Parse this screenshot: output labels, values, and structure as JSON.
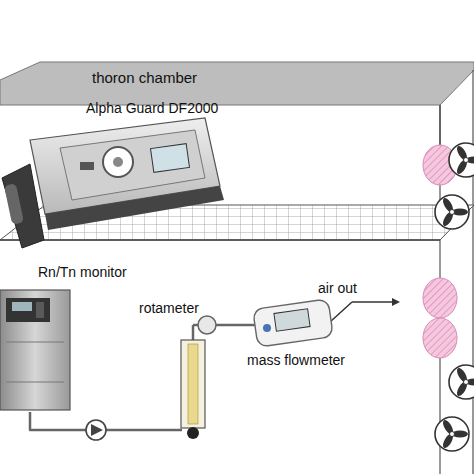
{
  "diagram": {
    "nodes": [
      {
        "text": [
          "thoron chamber"
        ]
      },
      {
        "text": [
          "Alpha Guard DF2000"
        ],
        "in": 0
      },
      {
        "text": [
          "Rn/Tn monitor"
        ],
        "in": 0
      },
      {
        "text": [
          "rotameter"
        ],
        "in": 0
      },
      {
        "text": [
          "mass flowmeter"
        ],
        "in": 0
      }
    ],
    "edges": [
      {
        "from": 2,
        "to": 3,
        "arrow": "none"
      },
      {
        "from": 3,
        "to": 4,
        "arrow": "none"
      }
    ],
    "labels": [
      "air out"
    ]
  }
}
